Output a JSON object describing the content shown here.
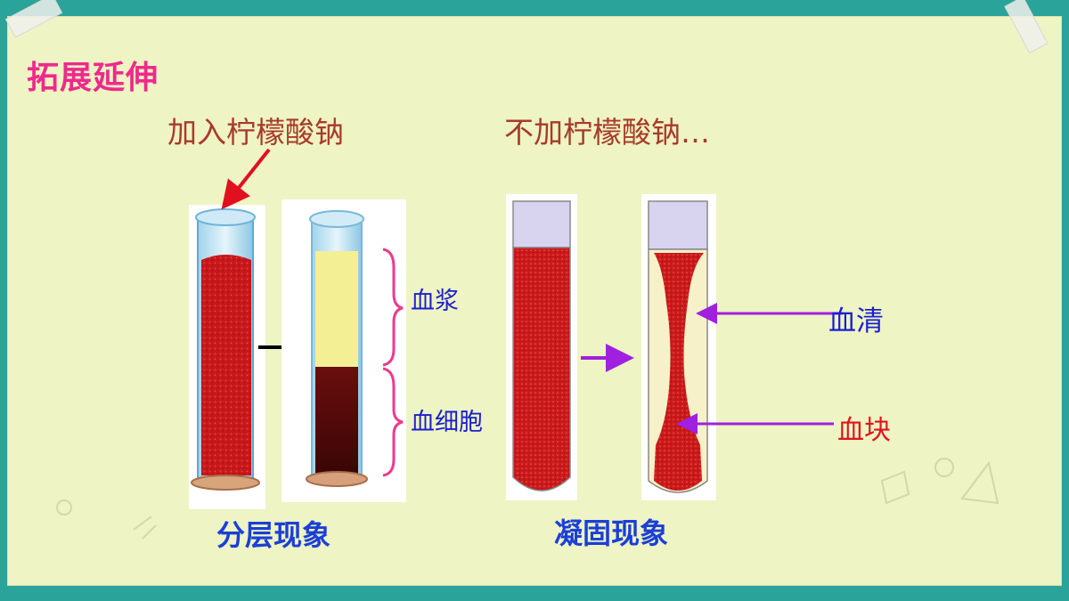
{
  "slide": {
    "title": "拓展延伸",
    "left_header": "加入柠檬酸钠",
    "right_header": "不加柠檬酸钠…",
    "labels": {
      "plasma": "血浆",
      "blood_cells": "血细胞",
      "serum": "血清",
      "clot": "血块"
    },
    "captions": {
      "left": "分层现象",
      "right": "凝固现象"
    }
  },
  "colors": {
    "background": "#2aa39a",
    "board": "#eef4c3",
    "title": "#ee2a8c",
    "header": "#a83a2c",
    "label_blue": "#1a1fd0",
    "caption_blue": "#1a3fd8",
    "label_red": "#e0141c",
    "arrow_red": "#e01020",
    "arrow_purple": "#a020e0",
    "blood": "#c8181c",
    "plasma": "#f3ef95",
    "bracket": "#ee3a8c"
  }
}
